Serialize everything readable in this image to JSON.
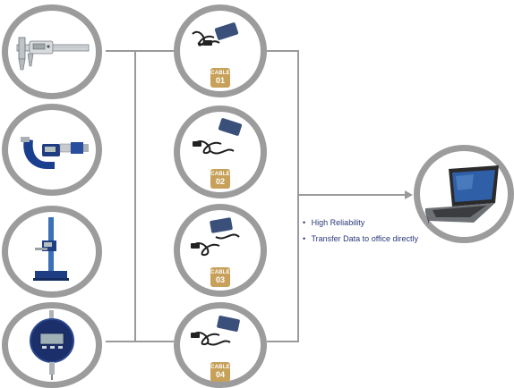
{
  "cables": [
    {
      "title": "CABLE",
      "number": "01"
    },
    {
      "title": "CABLE",
      "number": "02"
    },
    {
      "title": "CABLE",
      "number": "03"
    },
    {
      "title": "CABLE",
      "number": "04"
    }
  ],
  "features": [
    {
      "bullet": "•",
      "text": "High Reliability"
    },
    {
      "bullet": "•",
      "text": "Transfer Data to office directly"
    }
  ],
  "colors": {
    "ring": "#9c9c9c",
    "badge": "#c7a15a",
    "feature_text": "#2b3a78",
    "line": "#9a9a9a",
    "gauge_blue": "#1b3f8f"
  },
  "icons": {
    "instruments": [
      "caliper-icon",
      "micrometer-icon",
      "height-gauge-icon",
      "dial-indicator-icon"
    ],
    "cables": [
      "usb-cable-icon",
      "usb-cable-icon",
      "usb-cable-icon",
      "usb-cable-icon"
    ],
    "computer": "laptop-icon"
  }
}
